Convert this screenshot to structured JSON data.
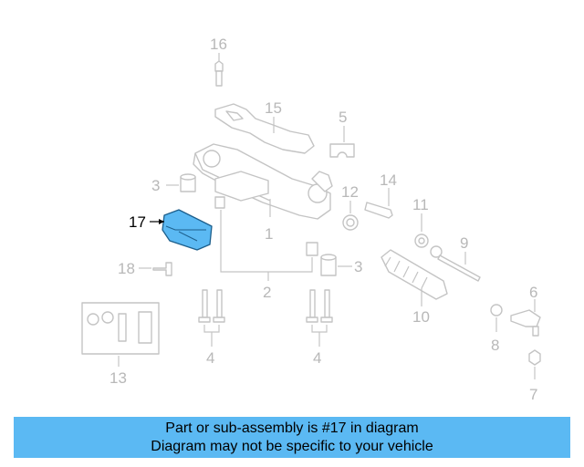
{
  "diagram": {
    "callouts": {
      "c1": "1",
      "c2": "2",
      "c3a": "3",
      "c3b": "3",
      "c4a": "4",
      "c4b": "4",
      "c5": "5",
      "c6": "6",
      "c7": "7",
      "c8": "8",
      "c9": "9",
      "c10": "10",
      "c11": "11",
      "c12": "12",
      "c13": "13",
      "c14": "14",
      "c15": "15",
      "c16": "16",
      "c17": "17",
      "c18": "18"
    },
    "highlight_color": "#5bb9f3"
  },
  "banner": {
    "line1": "Part or sub-assembly is #17 in diagram",
    "line2": "Diagram may not be specific to your vehicle",
    "color": "#5bb9f3"
  }
}
